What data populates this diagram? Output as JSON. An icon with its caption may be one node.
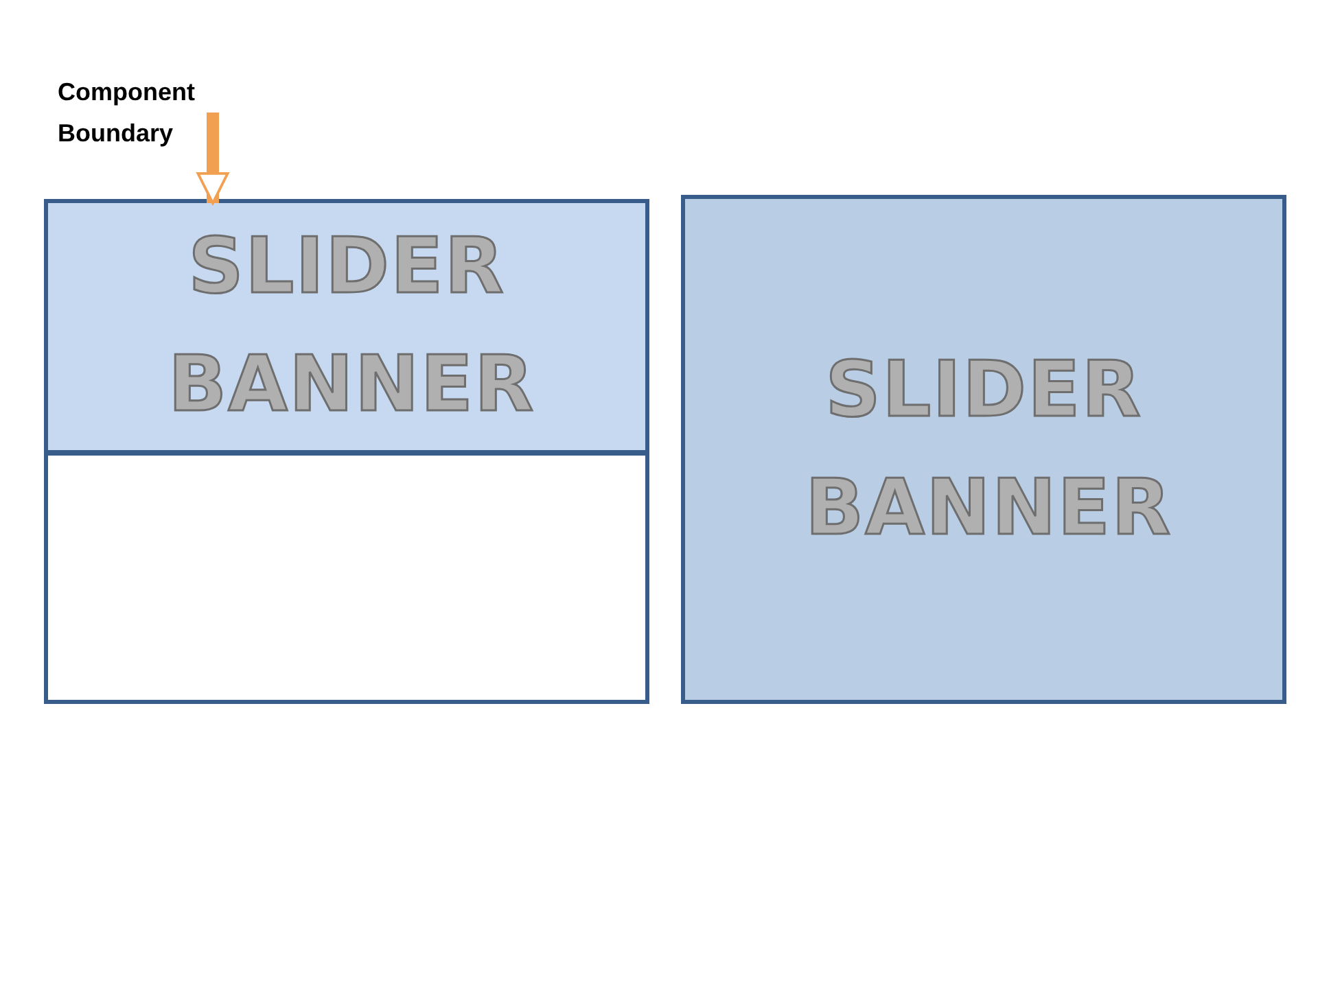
{
  "diagram": {
    "nodes": [
      {
        "text": [
          "Component Boundary"
        ]
      },
      {
        "text": [],
        "shape": "box"
      },
      {
        "text": [
          "SLIDER BANNER"
        ],
        "in": 1
      },
      {
        "text": [
          "SLIDER BANNER"
        ]
      }
    ],
    "edges": [
      {
        "from": 0,
        "to": 2,
        "arrow": "to",
        "color": "#f0a050"
      }
    ]
  }
}
